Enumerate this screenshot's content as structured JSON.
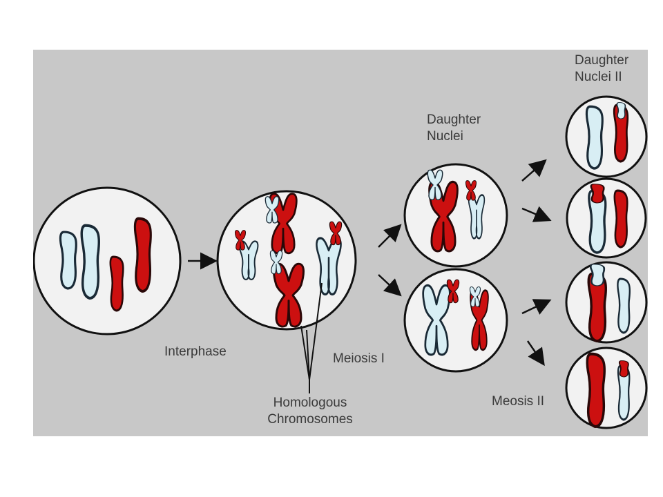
{
  "labels": {
    "interphase": "Interphase",
    "meiosis_one": "Meiosis I",
    "meiosis_two": "Meosis II",
    "homologous_line1": "Homologous",
    "homologous_line2": "Chromosomes",
    "daughter_nuclei_line1": "Daughter",
    "daughter_nuclei_line2": "Nuclei",
    "daughter_nuclei_ii_line1": "Daughter",
    "daughter_nuclei_ii_line2": "Nuclei II"
  },
  "colors": {
    "panel_background": "#c8c8c8",
    "cell_fill": "#f2f2f2",
    "chromosome_light": "#d8eef4",
    "chromosome_red": "#cc1010",
    "outline": "#111111",
    "label_text": "#3a3a3a"
  },
  "stages": [
    {
      "name": "Interphase",
      "cells": 1
    },
    {
      "name": "Meiosis I",
      "cells": 1
    },
    {
      "name": "Daughter Nuclei",
      "cells": 2
    },
    {
      "name": "Daughter Nuclei II",
      "cells": 4
    }
  ]
}
